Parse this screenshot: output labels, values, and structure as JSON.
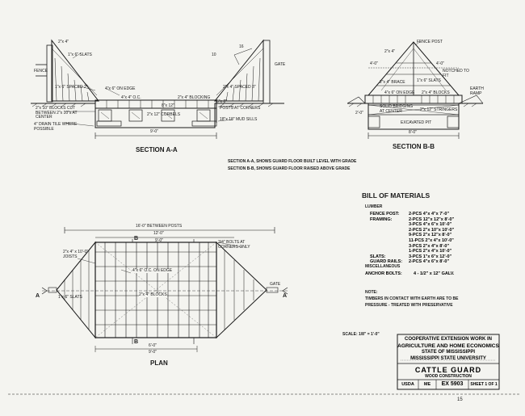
{
  "section_aa": {
    "title": "SECTION A-A",
    "labels": [
      "2\"x 4\"",
      "1\"x 6\" SLATS",
      "FENCE",
      "1\"x 6\" SPACED 2\"",
      "4\"x 6\" ON EDGE",
      "2\"x 4\" SPACED 3\"",
      "4\"x 4\" O.C.",
      "2\"x 4\" BLOCKING",
      "GATE",
      "2\"x 10\" BLOCKS CUT BETWEEN 2\"x 10\"s AT CENTER",
      "8\"x 12\"",
      "4\" DRAIN TILE WHERE POSSIBLE",
      "2\"x 12\" CORBELS",
      "6\"x 8\"",
      "POSTS AT CORNERS",
      "18\"x 18\" MUD SILLS",
      "9'-0\"",
      "10",
      "16"
    ]
  },
  "section_bb": {
    "title": "SECTION B-B",
    "labels": [
      "FENCE POST",
      "2\"x 4\"",
      "4'-0\"",
      "4'-0\"",
      "NOTCHED TO FIT",
      "1\"x 6\" SLATS",
      "2\"x 4\" BRACE",
      "4\"x 6\" ON EDGE",
      "2\"x 4\" BLOCKS",
      "EARTH RAMP",
      "SOLID BRIDGING AT CENTER",
      "2\"x 12\" STRINGERS",
      "EXCAVATED PIT",
      "8'-0\"",
      "2'-0\""
    ]
  },
  "notes_sections": {
    "line1": "SECTION A-A, SHOWS GUARD FLOOR BUILT LEVEL WITH GRADE",
    "line2": "SECTION B-B, SHOWS GUARD FLOOR RAISED ABOVE GRADE"
  },
  "plan": {
    "title": "PLAN",
    "labels": [
      "16'-0\" BETWEEN POSTS",
      "12'-0\"",
      "B",
      "9'-0\"",
      "3/4\" BOLTS AT CORNERS ONLY",
      "2\"x 4\" x 10'-0\" JOISTS",
      "4\"x 6\" O.C. ON EDGE",
      "2\"x 4\" BLOCKS",
      "1\"x 6\" SLATS",
      "GATE",
      "A",
      "A",
      "B",
      "6'-0\"",
      "9'-0\""
    ]
  },
  "bom": {
    "title": "BILL OF MATERIALS",
    "heading_lumber": "LUMBER",
    "rows": [
      {
        "label": "FENCE POST:",
        "text": "2-PCS  4\"x 4\"x 7'-0\""
      },
      {
        "label": "FRAMING:",
        "text": "2-PCS  12\"x 12\"x 8'-0\""
      },
      {
        "label": "",
        "text": "3-PCS  4\"x 6\"x 10'-0\""
      },
      {
        "label": "",
        "text": "2-PCS  2\"x 10\"x 10'-0\""
      },
      {
        "label": "",
        "text": "9-PCS  2\"x 12\"x 8'-0\""
      },
      {
        "label": "",
        "text": "11-PCS  2\"x 4\"x 10'-0\""
      },
      {
        "label": "",
        "text": "3-PCS  2\"x 4\"x 8'-0\""
      },
      {
        "label": "",
        "text": "1-PCS  2\"x 4\"x 10'-0\""
      },
      {
        "label": "SLATS:",
        "text": "3-PCS  1\"x 6\"x 12'-0\""
      },
      {
        "label": "GUARD RAILS:",
        "text": "2-PCS  4\"x 6\"x 8'-0\""
      }
    ],
    "heading_misc": "MISCELLANEOUS",
    "misc_row": {
      "label": "ANCHOR BOLTS:",
      "text": "4 - 1/2\" x 12\" GALV."
    }
  },
  "note": {
    "heading": "NOTE:",
    "line1": "TIMBERS IN CONTACT WITH EARTH ARE TO BE",
    "line2": "PRESSURE - TREATED WITH PRESERVATIVE"
  },
  "scale": "SCALE: 1/8\" = 1'-0\"",
  "title_block": {
    "line1": "COOPERATIVE EXTENSION WORK IN",
    "line2": "AGRICULTURE AND HOME ECONOMICS",
    "line3": "STATE OF MISSISSIPPI",
    "line4": "MISSISSIPPI STATE UNIVERSITY",
    "drawing_title": "CATTLE GUARD",
    "subtitle": "WOOD CONSTRUCTION",
    "agency": "USDA",
    "agency2": "ME",
    "ex_no": "EX 5903",
    "sheet": "SHEET 1 OF 1"
  },
  "corner_mark": "15"
}
